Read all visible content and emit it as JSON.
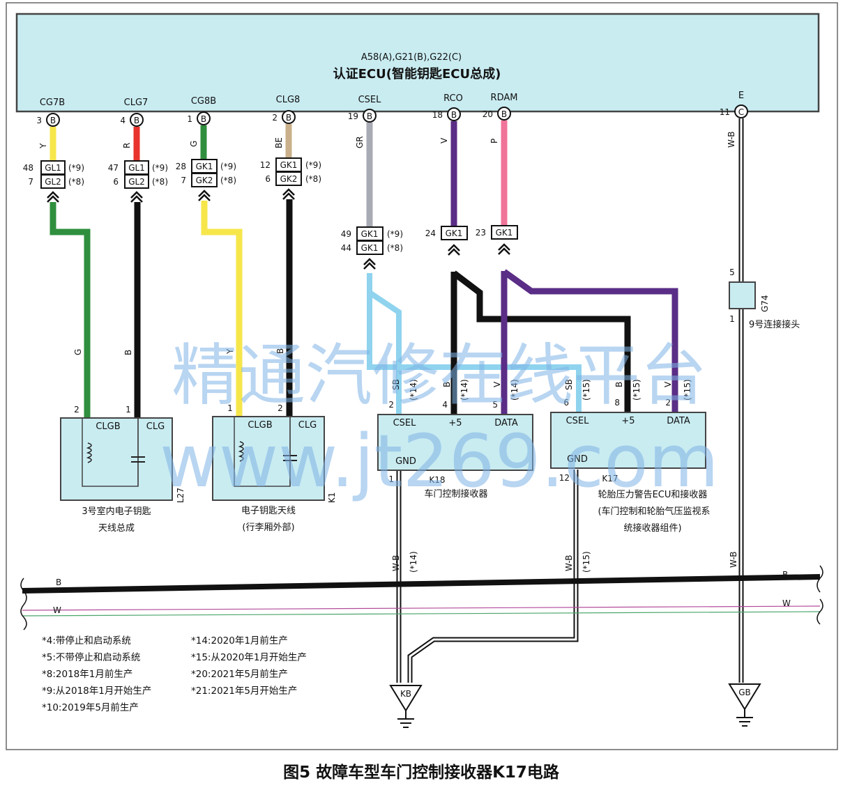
{
  "ecu": {
    "connector_line": "A58(A),G21(B),G22(C)",
    "title": "认证ECU(智能钥匙ECU总成)"
  },
  "ecu_pins": [
    {
      "name": "CG7B",
      "pin": "3",
      "conn": "B",
      "wire": "Y"
    },
    {
      "name": "CLG7",
      "pin": "4",
      "conn": "B",
      "wire": "R"
    },
    {
      "name": "CG8B",
      "pin": "1",
      "conn": "B",
      "wire": "G"
    },
    {
      "name": "CLG8",
      "pin": "2",
      "conn": "B",
      "wire": "BE"
    },
    {
      "name": "CSEL",
      "pin": "19",
      "conn": "B",
      "wire": "GR"
    },
    {
      "name": "RCO",
      "pin": "18",
      "conn": "B",
      "wire": "V"
    },
    {
      "name": "RDAM",
      "pin": "20",
      "conn": "B",
      "wire": "P"
    },
    {
      "name": "E",
      "pin": "11",
      "conn": "C",
      "wire": "W-B"
    }
  ],
  "inline_connectors": [
    {
      "id": "gl-col1",
      "rows": [
        {
          "pin": "48",
          "label": "GL1",
          "note": "(*9)"
        },
        {
          "pin": "7",
          "label": "GL2",
          "note": "(*8)"
        }
      ],
      "lower_wire": "G"
    },
    {
      "id": "gl-col2",
      "rows": [
        {
          "pin": "47",
          "label": "GL1",
          "note": "(*9)"
        },
        {
          "pin": "6",
          "label": "GL2",
          "note": "(*8)"
        }
      ],
      "lower_wire": "B"
    },
    {
      "id": "gk-col3",
      "rows": [
        {
          "pin": "28",
          "label": "GK1",
          "note": "(*9)"
        },
        {
          "pin": "7",
          "label": "GK2",
          "note": "(*8)"
        }
      ],
      "lower_wire": "Y"
    },
    {
      "id": "gk-col4",
      "rows": [
        {
          "pin": "12",
          "label": "GK1",
          "note": "(*9)"
        },
        {
          "pin": "6",
          "label": "GK2",
          "note": "(*8)"
        }
      ],
      "lower_wire": "B"
    },
    {
      "id": "gk-csel",
      "rows": [
        {
          "pin": "49",
          "label": "GK1",
          "note": "(*9)"
        },
        {
          "pin": "44",
          "label": "GK1",
          "note": "(*8)"
        }
      ]
    },
    {
      "id": "gk-rco",
      "rows": [
        {
          "pin": "24",
          "label": "GK1",
          "note": ""
        }
      ]
    },
    {
      "id": "gk-rdam",
      "rows": [
        {
          "pin": "23",
          "label": "GK1",
          "note": ""
        }
      ]
    }
  ],
  "antennas": [
    {
      "id": "L27",
      "labels": [
        "CLGB",
        "CLG"
      ],
      "pins": [
        "2",
        "1"
      ],
      "name_line1": "3号室内电子钥匙",
      "name_line2": "天线总成",
      "code": "L27"
    },
    {
      "id": "K1",
      "labels": [
        "CLGB",
        "CLG"
      ],
      "pins": [
        "1",
        "2"
      ],
      "name_line1": "电子钥匙天线",
      "name_line2": "(行李厢外部)",
      "code": "K1"
    }
  ],
  "receivers": [
    {
      "id": "K18",
      "code": "K18",
      "name_lines": [
        "车门控制接收器"
      ],
      "pins": [
        {
          "label": "CSEL",
          "pin": "2",
          "wire": "SB",
          "note": "(*14)"
        },
        {
          "label": "+5",
          "pin": "4",
          "wire": "B",
          "note": "(*14)"
        },
        {
          "label": "DATA",
          "pin": "5",
          "wire": "V",
          "note": "(*14)"
        }
      ],
      "gnd": {
        "label": "GND",
        "pin": "1",
        "wire": "W-B",
        "note": "(*14)"
      }
    },
    {
      "id": "K17",
      "code": "K17",
      "name_lines": [
        "轮胎压力警告ECU和接收器",
        "(车门控制和轮胎气压监视系",
        "统接收器组件)"
      ],
      "pins": [
        {
          "label": "CSEL",
          "pin": "6",
          "wire": "SB",
          "note": "(*15)"
        },
        {
          "label": "+5",
          "pin": "8",
          "wire": "B",
          "note": "(*15)"
        },
        {
          "label": "DATA",
          "pin": "2",
          "wire": "V",
          "note": "(*15)"
        }
      ],
      "gnd": {
        "label": "GND",
        "pin": "12",
        "wire": "W-B",
        "note": "(*15)"
      }
    }
  ],
  "joint": {
    "code": "G74",
    "name": "9号连接接头",
    "pin_top": "5",
    "pin_bottom": "1",
    "wire": "W-B"
  },
  "bus": {
    "b_label": "B",
    "w_label": "W"
  },
  "grounds": [
    {
      "label": "KB"
    },
    {
      "label": "GB"
    }
  ],
  "notes": [
    "*4:带停止和启动系统",
    "*5:不带停止和启动系统",
    "*8:2018年1月前生产",
    "*9:从2018年1月开始生产",
    "*10:2019年5月前生产",
    "*14:2020年1月前生产",
    "*15:从2020年1月开始生产",
    "*20:2021年5月前生产",
    "*21:2021年5月开始生产"
  ],
  "watermark": {
    "line1": "精通汽修在线平台",
    "line2": "www.jt269.com"
  },
  "caption": "图5 故障车型车门控制接收器K17电路",
  "colors": {
    "ecu_fill": "#c9ecf1",
    "yellow": "#f6e64a",
    "red": "#e8342d",
    "green": "#2f8f3e",
    "beige": "#c9b08a",
    "gray": "#a8aab4",
    "violet": "#5a2d86",
    "pink": "#f0739a",
    "black": "#111111",
    "skyblue": "#8fd3ee"
  }
}
